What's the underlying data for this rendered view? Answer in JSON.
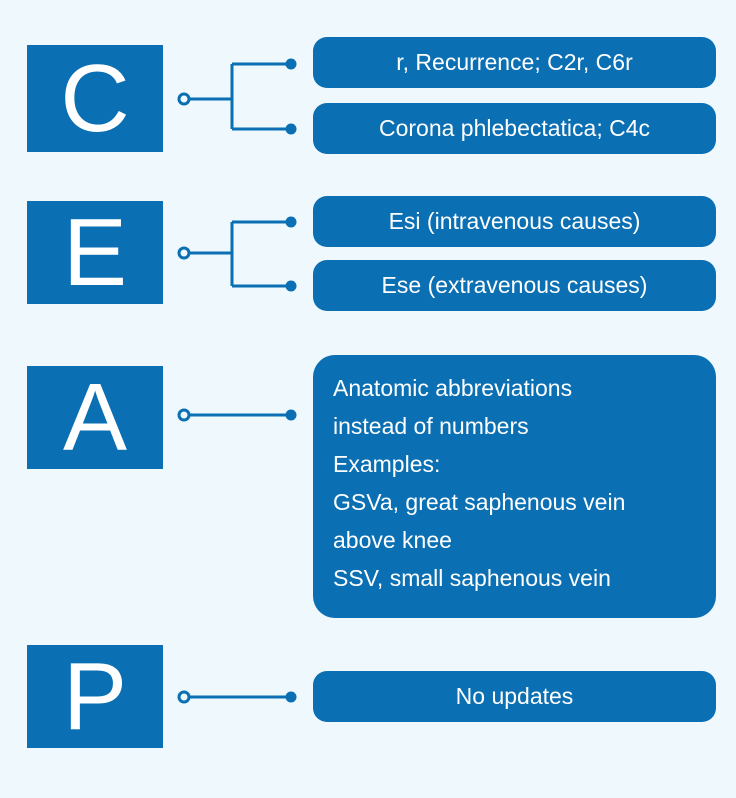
{
  "accent_color": "#0a6fb3",
  "background_color": "#eef8fd",
  "rows": [
    {
      "letter": "C",
      "items": [
        "r, Recurrence;  C2r, C6r",
        "Corona phlebectatica;  C4c"
      ]
    },
    {
      "letter": "E",
      "items": [
        "Esi (intravenous causes)",
        "Ese (extravenous causes)"
      ]
    },
    {
      "letter": "A",
      "items": [],
      "lines": [
        "Anatomic abbreviations",
        "instead of numbers",
        "Examples:",
        "GSVa, great saphenous vein",
        "above knee",
        "SSV, small saphenous vein"
      ]
    },
    {
      "letter": "P",
      "items": [
        "No updates"
      ]
    }
  ]
}
